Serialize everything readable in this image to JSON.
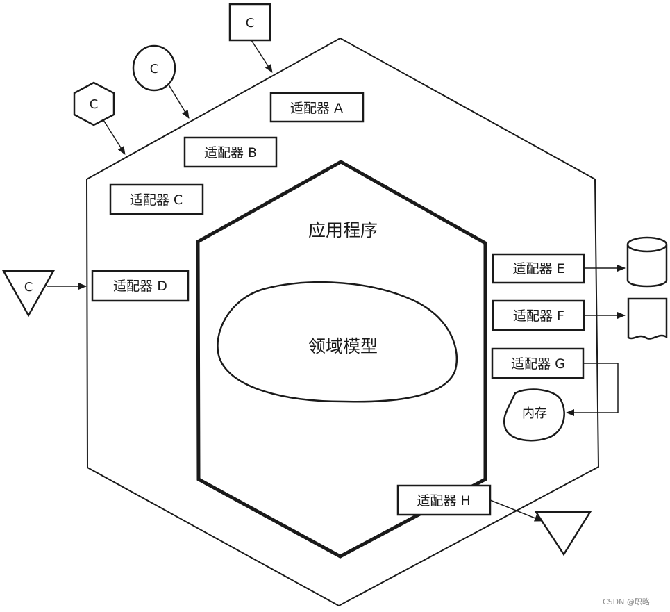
{
  "adapters": {
    "a": "适配器 A",
    "b": "适配器 B",
    "c": "适配器 C",
    "d": "适配器 D",
    "e": "适配器 E",
    "f": "适配器 F",
    "g": "适配器 G",
    "h": "适配器 H"
  },
  "application_label": "应用程序",
  "domain_model_label": "领域模型",
  "memory_label": "内存",
  "clients": {
    "square": "C",
    "ellipse": "C",
    "hexagon": "C",
    "triangle": "C"
  },
  "watermark": "CSDN @职略"
}
